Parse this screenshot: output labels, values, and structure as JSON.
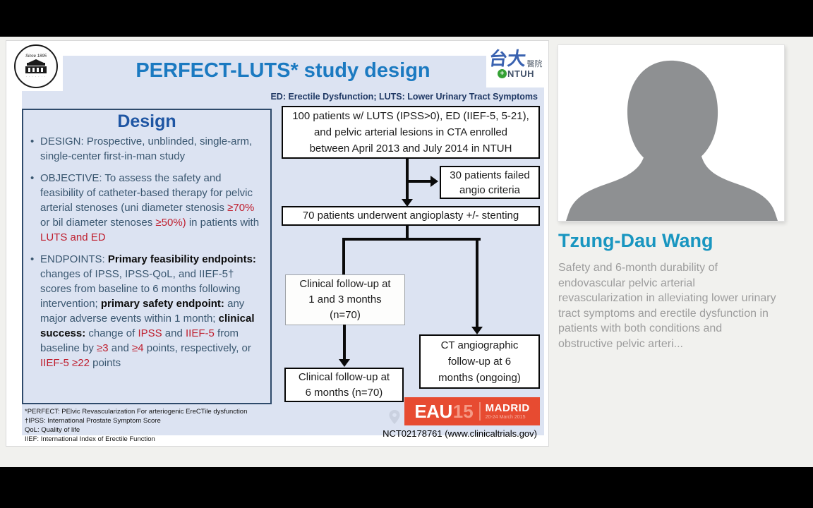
{
  "slide": {
    "title": "PERFECT-LUTS* study design",
    "subtitle": "ED: Erectile Dysfunction; LUTS: Lower Urinary Tract Symptoms",
    "seal": {
      "since": "Since 1895"
    },
    "ntuh_logo": {
      "hanzi_main": "台大",
      "hanzi_sub": "醫院",
      "latin": "NTUH",
      "cross": "+"
    },
    "design_box": {
      "heading": "Design",
      "bullets": [
        {
          "segments": [
            {
              "style": "normal",
              "text": "DESIGN: Prospective, unblinded, single-arm, single-center first-in-man study"
            }
          ]
        },
        {
          "segments": [
            {
              "style": "normal",
              "text": "OBJECTIVE: To assess the safety and feasibility of catheter-based therapy for pelvic arterial stenoses (uni diameter stenosis "
            },
            {
              "style": "red",
              "text": "≥70%"
            },
            {
              "style": "normal",
              "text": " or bil diameter stenoses "
            },
            {
              "style": "red",
              "text": "≥50%)"
            },
            {
              "style": "normal",
              "text": " in patients with "
            },
            {
              "style": "red",
              "text": "LUTS and ED"
            }
          ]
        },
        {
          "segments": [
            {
              "style": "normal",
              "text": "ENDPOINTS: "
            },
            {
              "style": "bold",
              "text": "Primary feasibility endpoints:"
            },
            {
              "style": "normal",
              "text": " changes of IPSS, IPSS-QoL, and IIEF-5† scores from baseline to 6 months following intervention; "
            },
            {
              "style": "bold",
              "text": "primary safety endpoint:"
            },
            {
              "style": "normal",
              "text": " any major adverse events within 1 month; "
            },
            {
              "style": "bold",
              "text": "clinical  success:"
            },
            {
              "style": "normal",
              "text": " change of "
            },
            {
              "style": "red",
              "text": "IPSS"
            },
            {
              "style": "normal",
              "text": " and "
            },
            {
              "style": "red",
              "text": "IIEF-5"
            },
            {
              "style": "normal",
              "text": " from baseline by "
            },
            {
              "style": "red",
              "text": "≥3"
            },
            {
              "style": "normal",
              "text": " and "
            },
            {
              "style": "red",
              "text": "≥4"
            },
            {
              "style": "normal",
              "text": " points, respectively, or "
            },
            {
              "style": "red",
              "text": "IIEF-5 ≥22"
            },
            {
              "style": "normal",
              "text": " points"
            }
          ]
        }
      ]
    },
    "flowchart": {
      "boxes": [
        {
          "id": "enrollment",
          "text": "100 patients w/ LUTS (IPSS>0), ED (IIEF-5, 5-21),\nand pelvic arterial lesions in CTA enrolled\nbetween April 2013 and July 2014 in NTUH"
        },
        {
          "id": "failed-angio",
          "text": "30 patients failed\nangio criteria"
        },
        {
          "id": "angioplasty",
          "text": "70 patients underwent angioplasty +/- stenting"
        },
        {
          "id": "clinical-fu-1-3",
          "text": "Clinical follow-up at\n1 and 3 months\n(n=70)"
        },
        {
          "id": "clinical-fu-6",
          "text": "Clinical follow-up at\n6 months (n=70)"
        },
        {
          "id": "ct-angio-fu-6",
          "text": "CT angiographic\nfollow-up at 6\nmonths (ongoing)"
        }
      ]
    },
    "footnotes": [
      "*PERFECT: PElvic Revascularization For arteriogenic EreCTile dysfunction",
      "†IPSS: International Prostate Symptom Score",
      "QoL: Quality of life",
      "IIEF: International Index of Erectile Function"
    ],
    "registry": "NCT02178761 (www.clinicaltrials.gov)",
    "eau_badge": {
      "org": "EAU",
      "year": "15",
      "city": "MADRID",
      "dates": "20-24 March 2015"
    }
  },
  "speaker": {
    "name": "Tzung-Dau Wang",
    "talk_description": "Safety and 6-month durability of endovascular pelvic arterial revascularization in alleviating lower urinary tract symptoms and erectile dysfunction in patients with both conditions and obstructive pelvic arteri..."
  },
  "colors": {
    "title_blue": "#1b7ac1",
    "heading_blue": "#1e55a3",
    "accent_red": "#bf1e2e",
    "panel_blue": "#dce3f2",
    "speaker_name_teal": "#1996c0",
    "eau_red": "#e74b31",
    "letterbox": "#000000"
  }
}
